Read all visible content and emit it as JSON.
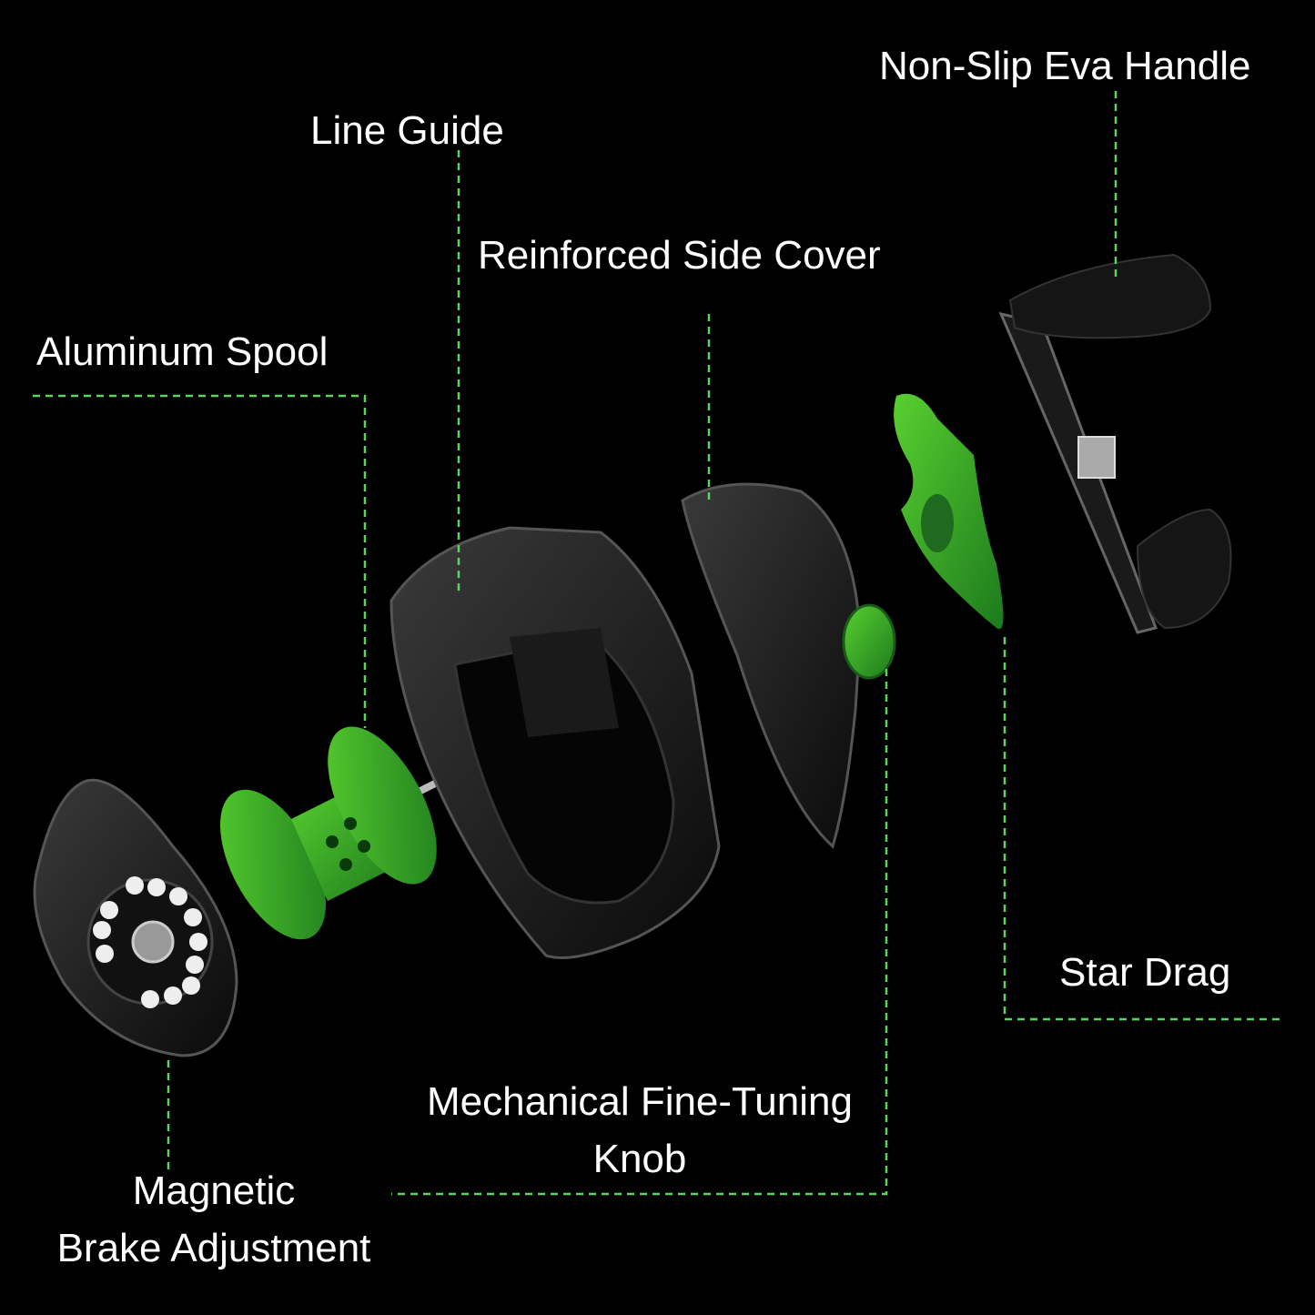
{
  "colors": {
    "background": "#000000",
    "leader_line": "#5fd35f",
    "accent_part": "#2fa82f",
    "label_text": "#ffffff"
  },
  "labels": {
    "handle": "Non-Slip Eva Handle",
    "line_guide": "Line Guide",
    "side_cover": "Reinforced Side Cover",
    "spool": "Aluminum Spool",
    "star_drag": "Star Drag",
    "knob_line1": "Mechanical Fine-Tuning",
    "knob_line2": "Knob",
    "brake_line1": "Magnetic",
    "brake_line2": "Brake Adjustment"
  }
}
